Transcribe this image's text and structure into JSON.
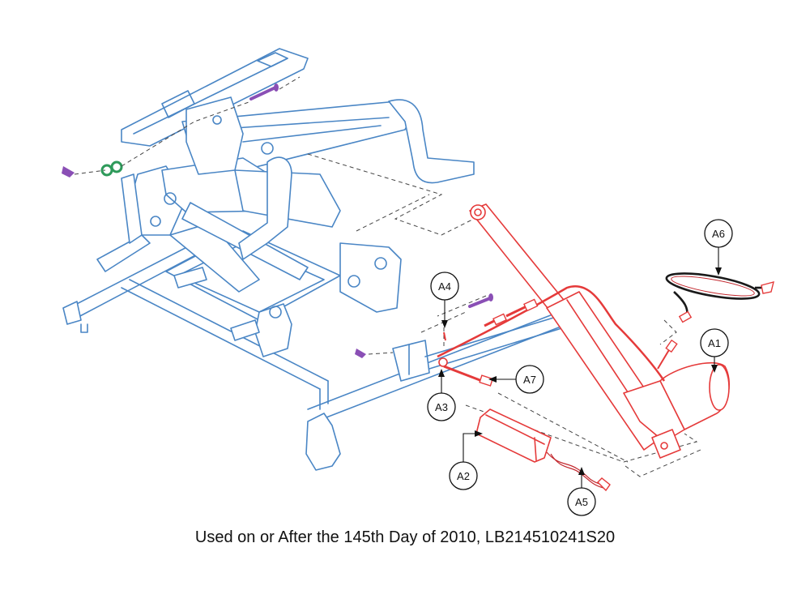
{
  "diagram": {
    "caption": "Used on or After the 145th Day of 2010, LB214510241S20",
    "callouts": [
      {
        "id": "a1",
        "label": "A1"
      },
      {
        "id": "a2",
        "label": "A2"
      },
      {
        "id": "a3",
        "label": "A3"
      },
      {
        "id": "a4",
        "label": "A4"
      },
      {
        "id": "a5",
        "label": "A5"
      },
      {
        "id": "a6",
        "label": "A6"
      },
      {
        "id": "a7",
        "label": "A7"
      }
    ],
    "colors": {
      "frame": "#4a86c5",
      "highlight": "#e53a3a",
      "hardware_purple": "#8a4fb5",
      "hardware_green": "#2e9a5a",
      "ink": "#111111"
    }
  }
}
